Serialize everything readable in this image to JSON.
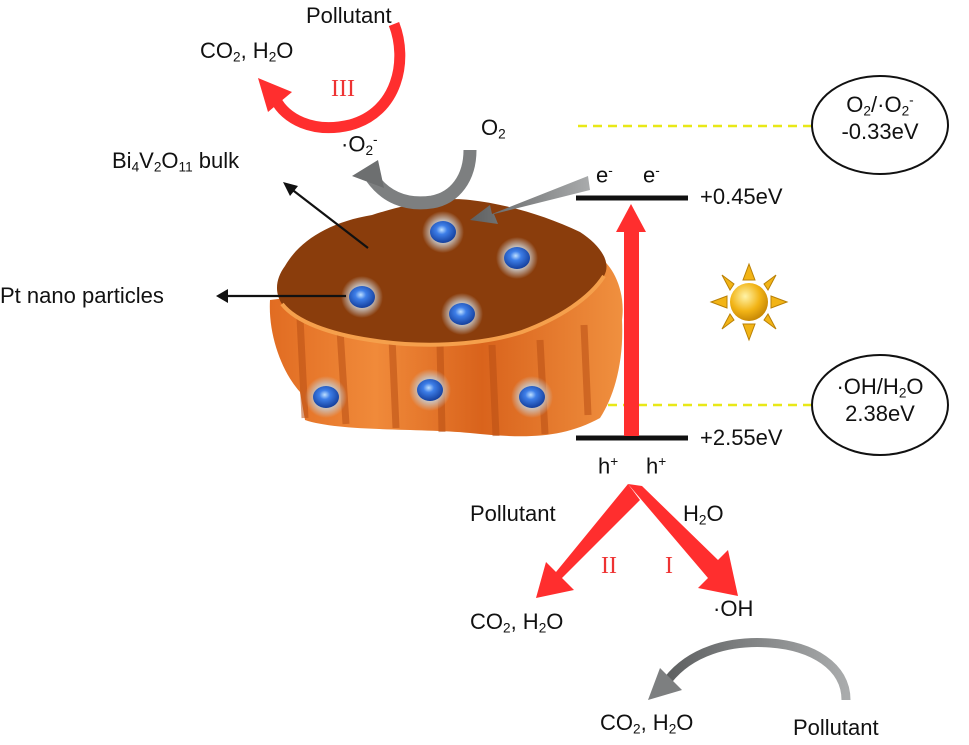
{
  "colors": {
    "red_arrow": "#ff2e2e",
    "grey_arrow": "#7d7f80",
    "dashed_line": "#e8e817",
    "particle_top": "#8a3d0c",
    "particle_side": "#e8742a",
    "nanoparticle": "#2f66d6",
    "sun": "#f2b416"
  },
  "labels": {
    "pollutant_top": "Pollutant",
    "co2_top": {
      "main": "CO",
      "sub1": "2",
      "rest": ", H",
      "sub2": "2",
      "end": "O"
    },
    "roman_3": "III",
    "superoxide": {
      "dot": "·O",
      "sub": "2",
      "sup": "-"
    },
    "o2": {
      "main": "O",
      "sub": "2"
    },
    "bulk": {
      "a": "Bi",
      "s1": "4",
      "b": "V",
      "s2": "2",
      "c": "O",
      "s3": "11",
      "d": " bulk"
    },
    "pt": "Pt nano particles",
    "e1": {
      "main": "e",
      "sup": "-"
    },
    "e2": {
      "main": "e",
      "sup": "-"
    },
    "cb_energy": "+0.45eV",
    "vb_energy": "+2.55eV",
    "h1": {
      "main": "h",
      "sup": "+"
    },
    "h2": {
      "main": "h",
      "sup": "+"
    },
    "pollutant_mid": "Pollutant",
    "h2o_mid": {
      "main": "H",
      "sub": "2",
      "end": "O"
    },
    "roman_2": "II",
    "roman_1": "I",
    "co2_mid": {
      "main": "CO",
      "sub1": "2",
      "rest": ", H",
      "sub2": "2",
      "end": "O"
    },
    "oh": "·OH",
    "co2_bottom": {
      "main": "CO",
      "sub1": "2",
      "rest": ", H",
      "sub2": "2",
      "end": "O"
    },
    "pollutant_bottom": "Pollutant",
    "box_top": {
      "a": "O",
      "s1": "2",
      "b": "/·O",
      "s2": "2",
      "sup": "-",
      "line2": "-0.33eV"
    },
    "box_bottom": {
      "line1a": "·OH/H",
      "s": "2",
      "line1b": "O",
      "line2": "2.38eV"
    }
  }
}
